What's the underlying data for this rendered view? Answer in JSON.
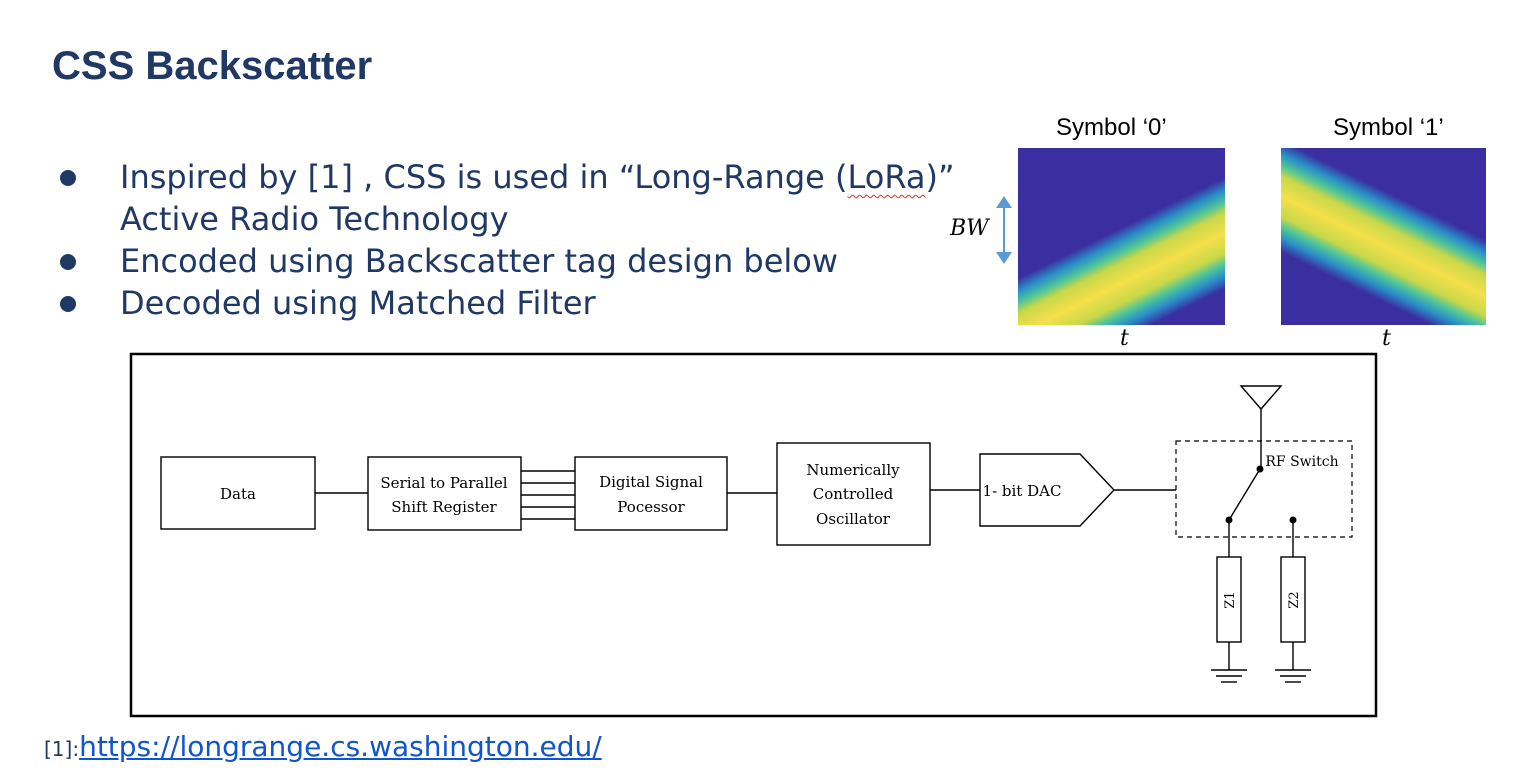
{
  "title": "CSS Backscatter",
  "bullets": {
    "b1_prefix": "Inspired by  [1] , CSS is used in  “Long-Range (",
    "b1_lora": "LoRa",
    "b1_suffix": ")”",
    "b1_line2": "Active Radio Technology",
    "b2": "Encoded using Backscatter tag design below",
    "b3": "Decoded using Matched Filter"
  },
  "symbols": {
    "sym0_title": "Symbol ‘0’",
    "sym1_title": "Symbol ‘1’",
    "bw_label": "BW",
    "t_label": "t"
  },
  "diagram": {
    "data_label": "Data",
    "shift_label_1": "Serial to Parallel",
    "shift_label_2": "Shift Register",
    "dsp_label_1": "Digital Signal",
    "dsp_label_2": "Pocessor",
    "nco_label_1": "Numerically",
    "nco_label_2": "Controlled",
    "nco_label_3": "Oscillator",
    "dac_label": "1- bit DAC",
    "rf_switch_label": "RF Switch",
    "z1_label": "Z1",
    "z2_label": "Z2"
  },
  "footnote": {
    "ref": "[1]:",
    "link": "https://longrange.cs.washington.edu/"
  },
  "colors": {
    "title": "#1f3864",
    "chirp_background": "#3a2ea0",
    "chirp_center": "#f5e04a",
    "link": "#1155cc",
    "bw_arrow": "#5b9bd5"
  }
}
